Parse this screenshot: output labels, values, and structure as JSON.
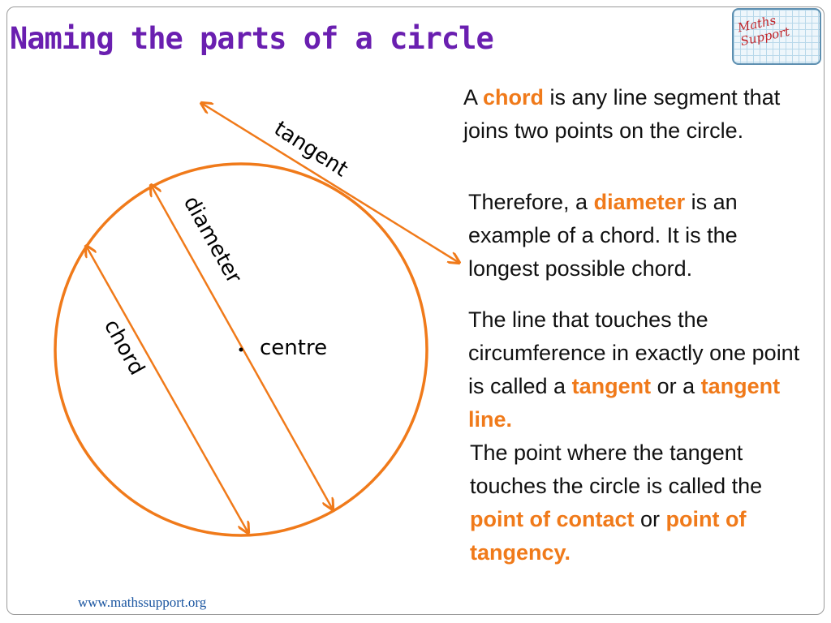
{
  "slide": {
    "title": "Naming the parts of a circle",
    "footer_url": "www.mathssupport.org",
    "logo_text": "Maths Support"
  },
  "diagram": {
    "labels": {
      "tangent": "tangent",
      "diameter": "diameter",
      "chord": "chord",
      "centre": "centre"
    },
    "colors": {
      "stroke": "#f07a1a",
      "title": "#6a1fb0",
      "highlight": "#f07a1a"
    }
  },
  "text": {
    "p1": {
      "a": "A ",
      "chord": "chord",
      "rest": " is any line segment that joins two points on the circle."
    },
    "p2": {
      "pre": "Therefore, a ",
      "diameter": "diameter",
      "rest": " is an example of a chord.  It is the longest possible chord."
    },
    "p3": {
      "pre": "The line that touches the circumference in exactly one point is called a ",
      "tangent": "tangent",
      "mid": " or a ",
      "tangent_line": "tangent line."
    },
    "p4": {
      "pre": "The point where the tangent touches the circle is called the ",
      "poc": "point of contact",
      "mid": " or ",
      "pot": "point of tangency."
    }
  }
}
